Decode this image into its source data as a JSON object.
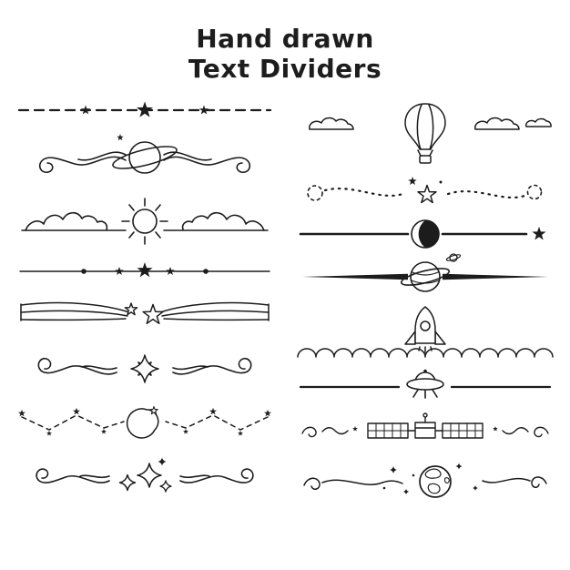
{
  "page": {
    "title_line1": "Hand drawn",
    "title_line2": "Text Dividers",
    "background_color": "#ffffff",
    "ink_color": "#1c1c1c"
  },
  "columns": {
    "left": [
      {
        "name": "dashed line with stars divider",
        "icons": [
          "star-icon"
        ]
      },
      {
        "name": "swirl flourish with Saturn planet divider",
        "icons": [
          "saturn-icon",
          "star-icon"
        ]
      },
      {
        "name": "clouds with sun divider",
        "icons": [
          "sun-icon",
          "cloud-icon"
        ]
      },
      {
        "name": "thin line with dots and stars divider",
        "icons": [
          "dot-icon",
          "star-icon"
        ]
      },
      {
        "name": "ribbon swoosh with stars divider",
        "icons": [
          "star-icon"
        ]
      },
      {
        "name": "swirls with eight point sparkle divider",
        "icons": [
          "sparkle-icon"
        ]
      },
      {
        "name": "dashed zigzag with stars and crescent moon divider",
        "icons": [
          "crescent-moon-icon",
          "star-icon"
        ]
      },
      {
        "name": "swirls with diamond sparkles divider",
        "icons": [
          "sparkle-icon"
        ]
      }
    ],
    "right": [
      {
        "name": "clouds with hot air balloon divider",
        "icons": [
          "hot-air-balloon-icon",
          "cloud-icon"
        ]
      },
      {
        "name": "dotted swirl with stars divider",
        "icons": [
          "star-icon"
        ]
      },
      {
        "name": "solid line with eclipsed moon and star divider",
        "icons": [
          "eclipse-moon-icon",
          "star-icon"
        ]
      },
      {
        "name": "tapered rays with ringed planet divider",
        "icons": [
          "ringed-planet-icon"
        ]
      },
      {
        "name": "cloud bank with rocket divider",
        "icons": [
          "rocket-icon",
          "cloud-icon"
        ]
      },
      {
        "name": "line with flying saucer divider",
        "icons": [
          "ufo-icon"
        ]
      },
      {
        "name": "curls with satellite divider",
        "icons": [
          "satellite-icon"
        ]
      },
      {
        "name": "swirls with earth and stars divider",
        "icons": [
          "earth-icon",
          "sparkle-icon"
        ]
      }
    ]
  }
}
